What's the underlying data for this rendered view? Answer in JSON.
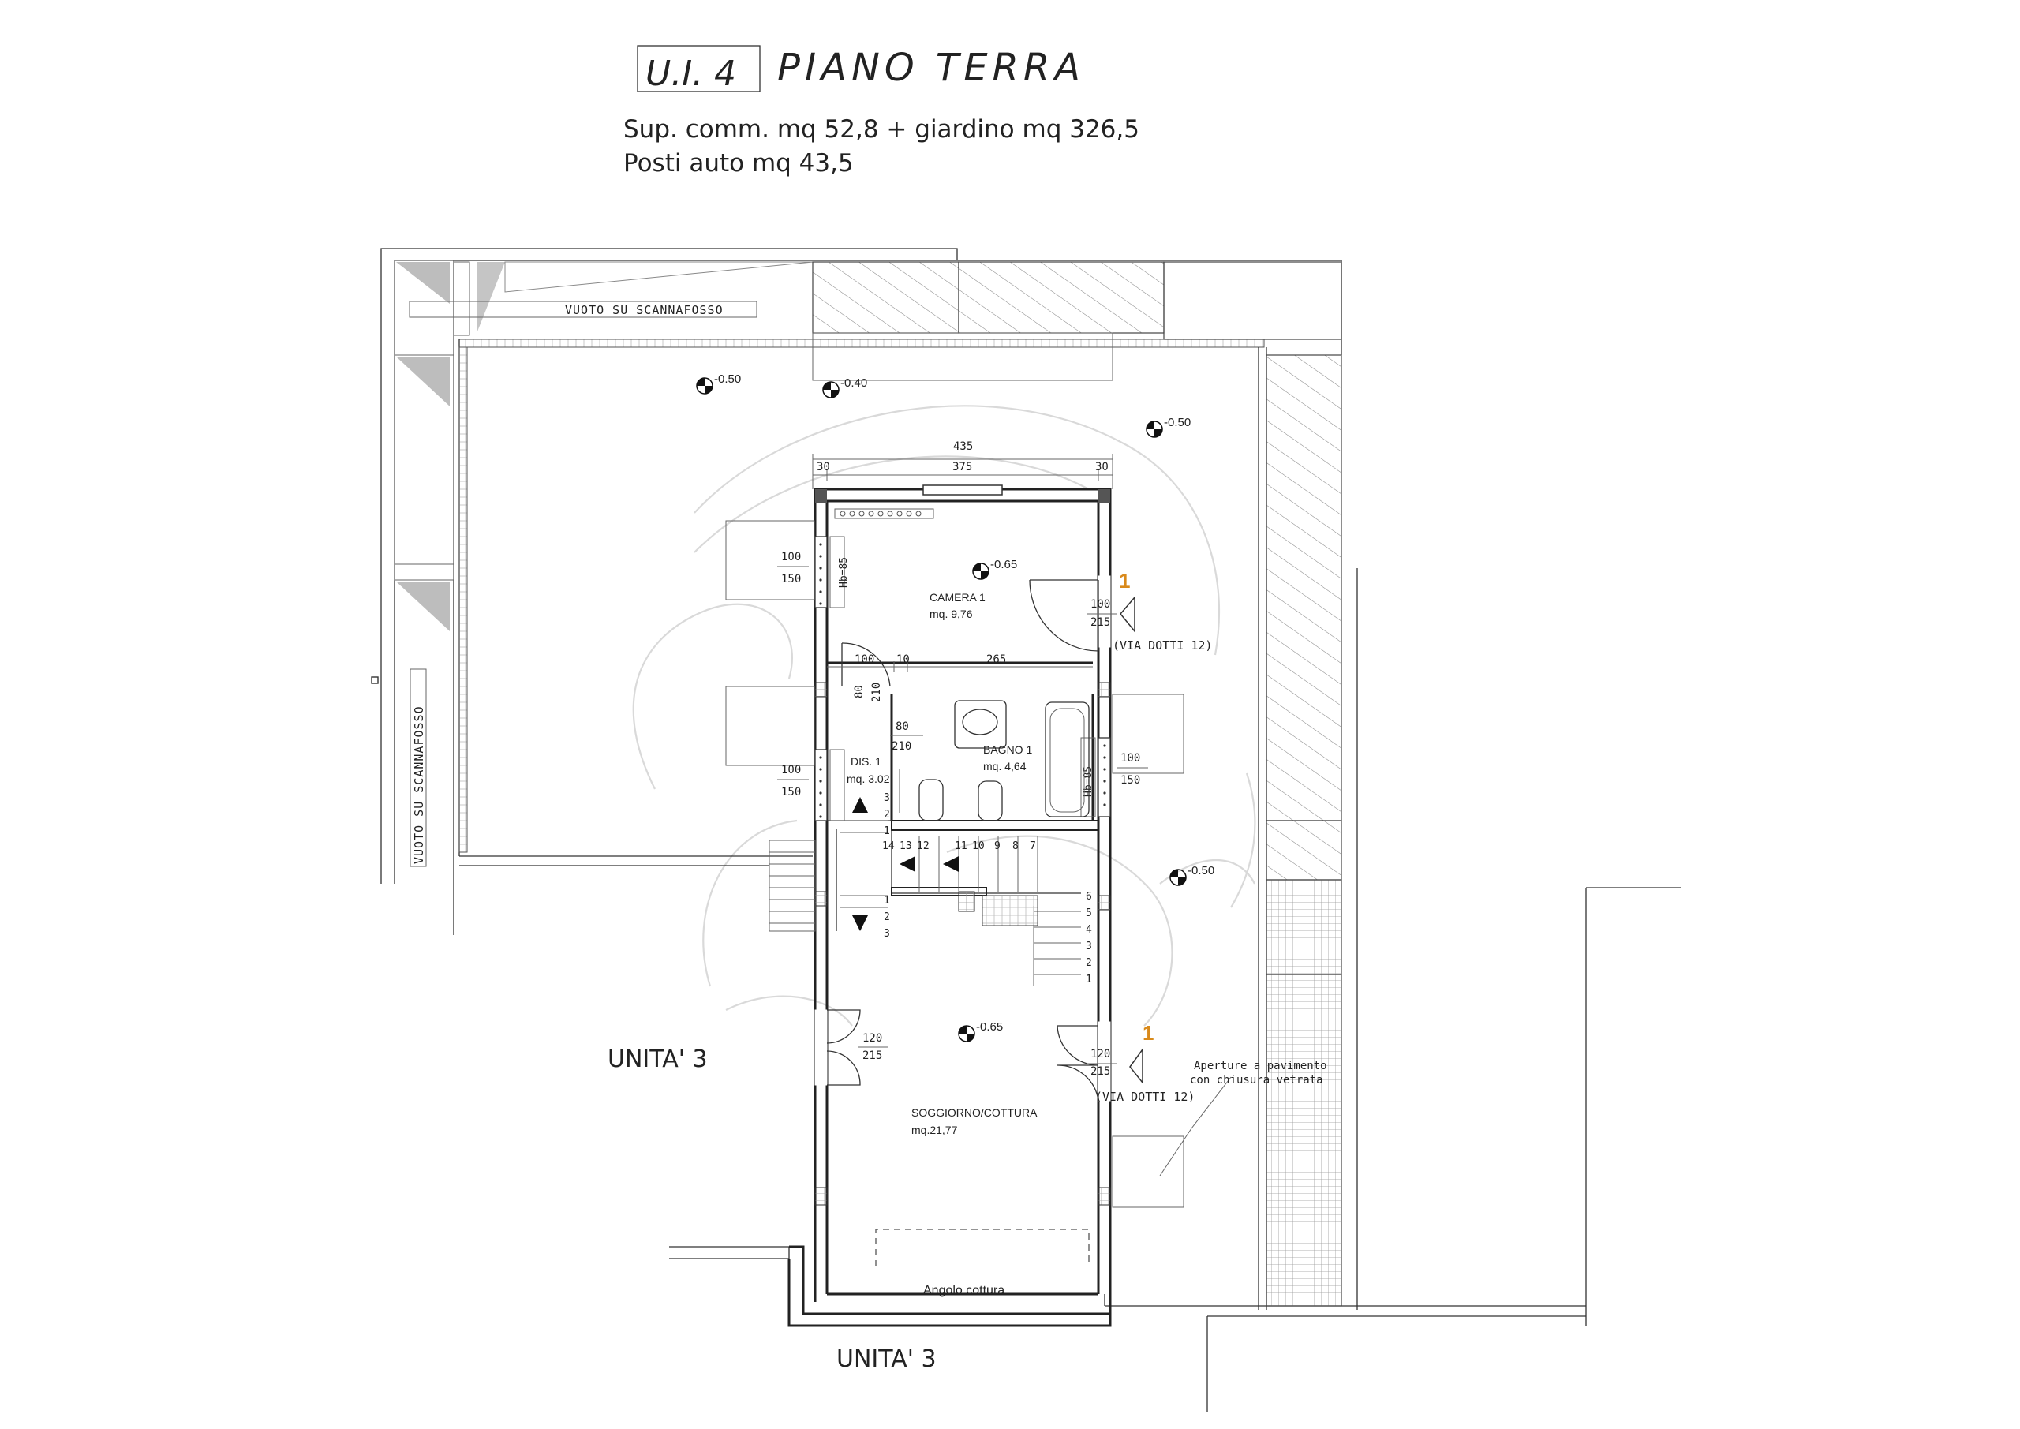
{
  "header": {
    "unit_label": "U.I. 4",
    "floor_title": "PIANO TERRA",
    "line1": "Sup. comm. mq 52,8 + giardino mq 326,5",
    "line2": "Posti auto mq 43,5"
  },
  "labels": {
    "vuoto_top": "VUOTO SU SCANNAFOSSO",
    "vuoto_left": "VUOTO SU SCANNAFOSSO",
    "unita3_left": "UNITA' 3",
    "unita3_bottom": "UNITA' 3",
    "via_dotti_1": "(VIA DOTTI 12)",
    "via_dotti_2": "(VIA DOTTI 12)",
    "entry_1": "1",
    "entry_2": "1",
    "aperture_1": "Aperture a pavimento",
    "aperture_2": "con chiusura vetrata",
    "angolo": "Angolo cottura",
    "hb_left": "Hb=85",
    "hb_right": "Hb=85"
  },
  "levels": {
    "l1": "-0.50",
    "l2": "-0.40",
    "l3": "-0.50",
    "l4": "-0.65",
    "l5": "-0.50",
    "l6": "-0.65"
  },
  "rooms": {
    "camera_name": "CAMERA 1",
    "camera_area": "mq. 9,76",
    "bagno_name": "BAGNO 1",
    "bagno_area": "mq. 4,64",
    "dis_name": "DIS. 1",
    "dis_area": "mq. 3.02",
    "sogg_name": "SOGGIORNO/COTTURA",
    "sogg_area": "mq.21,77"
  },
  "dims": {
    "d435": "435",
    "d375": "375",
    "d30a": "30",
    "d30b": "30",
    "w1_top": "100",
    "w1_bot": "150",
    "w2_top": "100",
    "w2_bot": "150",
    "w3_top": "100",
    "w3_bot": "150",
    "door_cam_top": "100",
    "door_cam_bot": "215",
    "door_sog_right_top": "120",
    "door_sog_right_bot": "215",
    "door_sog_left_top": "120",
    "door_sog_left_bot": "215",
    "d100": "100",
    "d10": "10",
    "d265": "265",
    "d80a": "80",
    "d210a": "210",
    "d80b": "80",
    "d210b": "210"
  },
  "stairs": {
    "flight_a": [
      "3",
      "2",
      "1"
    ],
    "flight_top": [
      "14",
      "13",
      "12",
      "11",
      "10",
      "9",
      "8",
      "7"
    ],
    "flight_b": [
      "1",
      "2",
      "3"
    ],
    "flight_right": [
      "6",
      "5",
      "4",
      "3",
      "2",
      "1"
    ]
  }
}
